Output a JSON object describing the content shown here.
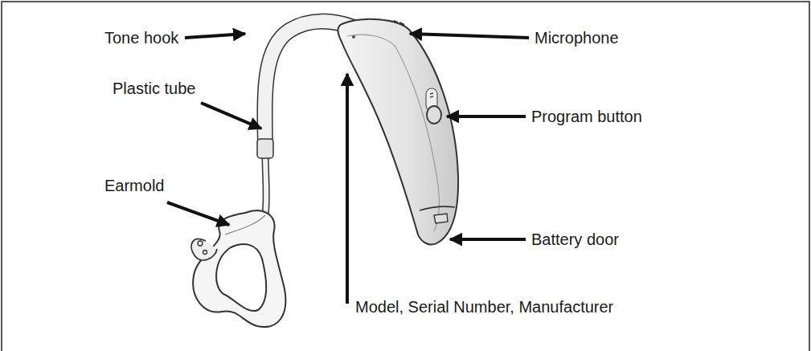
{
  "diagram": {
    "labels": [
      "Tone hook",
      "Microphone",
      "Plastic tube",
      "Program button",
      "Earmold",
      "Battery door",
      "Model, Serial Number, Manufacturer"
    ]
  }
}
